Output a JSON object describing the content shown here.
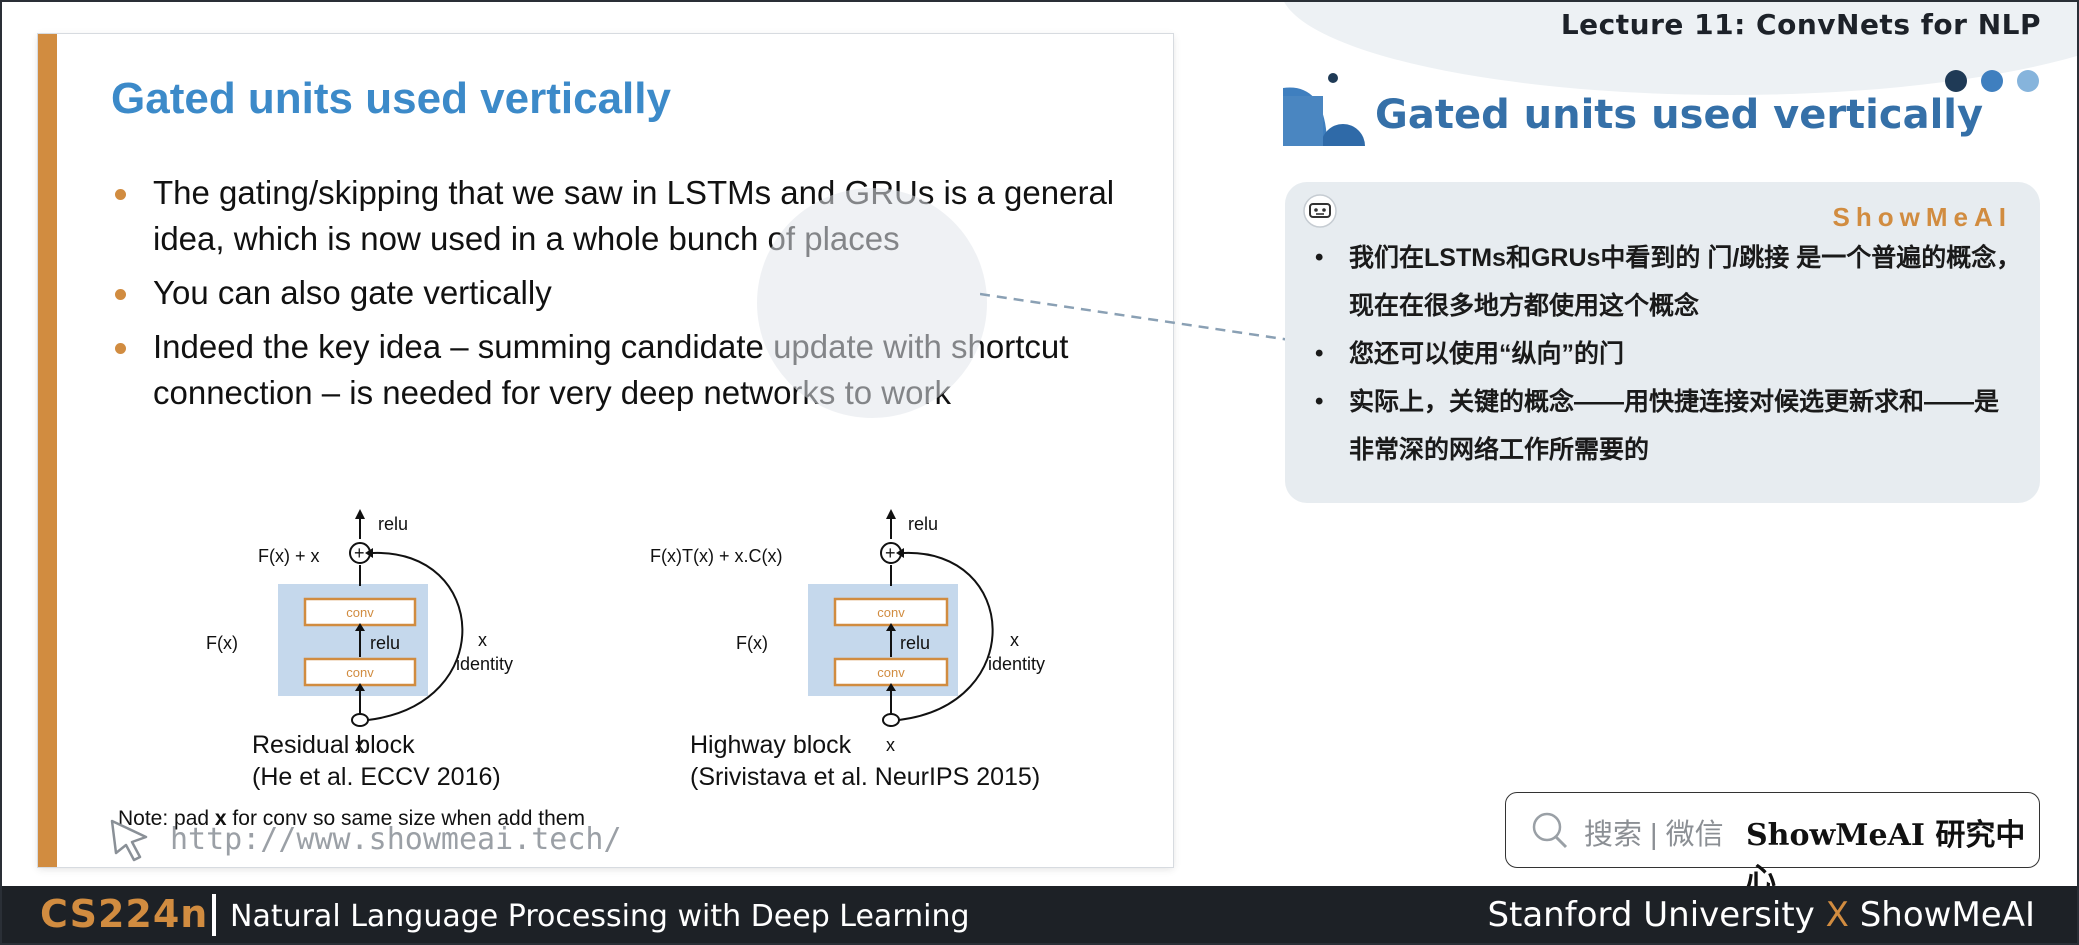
{
  "header": {
    "lecture_title": "Lecture 11: ConvNets for NLP",
    "dot_colors": [
      "#1f3a56",
      "#3f7fbf",
      "#86b4dc"
    ]
  },
  "slide": {
    "title": "Gated units used vertically",
    "bullets": [
      "The gating/skipping that we saw in LSTMs and GRUs is a general idea, which is now used in a whole bunch of places",
      "You can also gate vertically",
      "Indeed the key idea – summing candidate update with shortcut connection – is needed for very deep networks to work"
    ],
    "residual": {
      "relu_top": "relu",
      "sum_label": "F(x) + x",
      "conv_top": "conv",
      "relu_mid": "relu",
      "conv_bottom": "conv",
      "fx_label": "F(x)",
      "x_identity": "x",
      "identity": "identity",
      "x_bottom": "x",
      "caption_1": "Residual block",
      "caption_2": "(He et al. ECCV 2016)"
    },
    "highway": {
      "relu_top": "relu",
      "sum_label": "F(x)T(x) + x.C(x)",
      "conv_top": "conv",
      "relu_mid": "relu",
      "conv_bottom": "conv",
      "fx_label": "F(x)",
      "x_identity": "x",
      "identity": "identity",
      "x_bottom": "x",
      "caption_1": "Highway block",
      "caption_2": "(Srivistava et al. NeurIPS 2015)"
    },
    "note_prefix": "Note: pad ",
    "note_bold": "x",
    "note_suffix": " for conv so same size when add them",
    "url": "http://www.showmeai.tech/"
  },
  "panel": {
    "title": "Gated units used vertically",
    "brand": "ShowMeAI",
    "items": [
      "我们在LSTMs和GRUs中看到的 门/跳接 是一个普遍的概念，现在在很多地方都使用这个概念",
      "您还可以使用“纵向”的门",
      "实际上，关键的概念——用快捷连接对候选更新求和——是非常深的网络工作所需要的"
    ]
  },
  "search": {
    "text": "搜索 | 微信",
    "brand": "ShowMeAI 研究中心"
  },
  "footer": {
    "course": "CS224n",
    "subtitle": "Natural Language Processing with Deep Learning",
    "right_a": "Stanford University",
    "right_x": "X",
    "right_b": "ShowMeAI"
  },
  "colors": {
    "accent_orange": "#d18c40",
    "title_blue": "#3c8ac9",
    "panel_blue": "#3570a8"
  }
}
